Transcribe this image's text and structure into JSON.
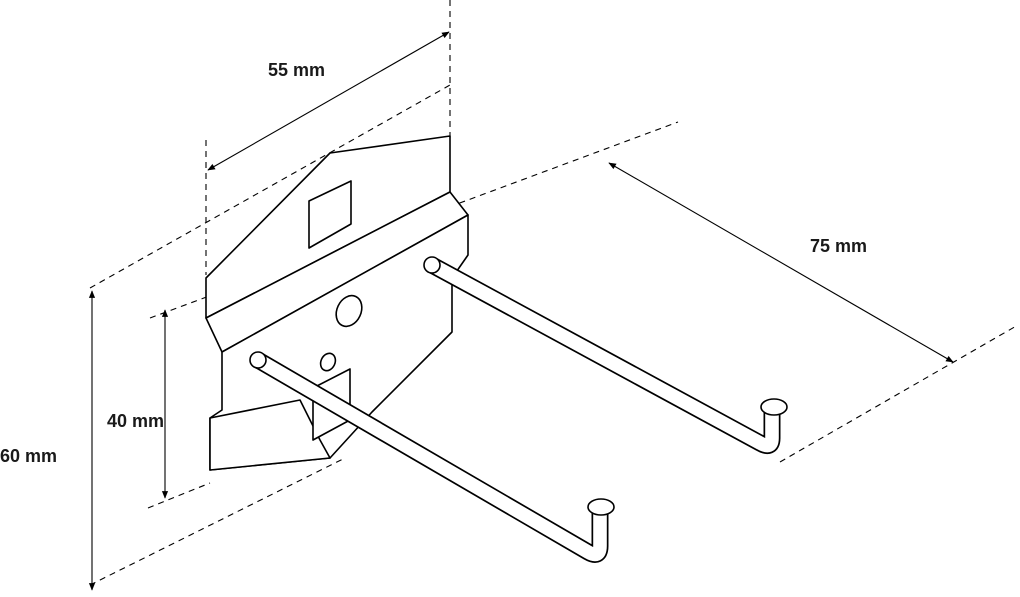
{
  "dimensions": {
    "width_55": "55 mm",
    "length_75": "75 mm",
    "height_40": "40 mm",
    "height_60": "60 mm"
  }
}
